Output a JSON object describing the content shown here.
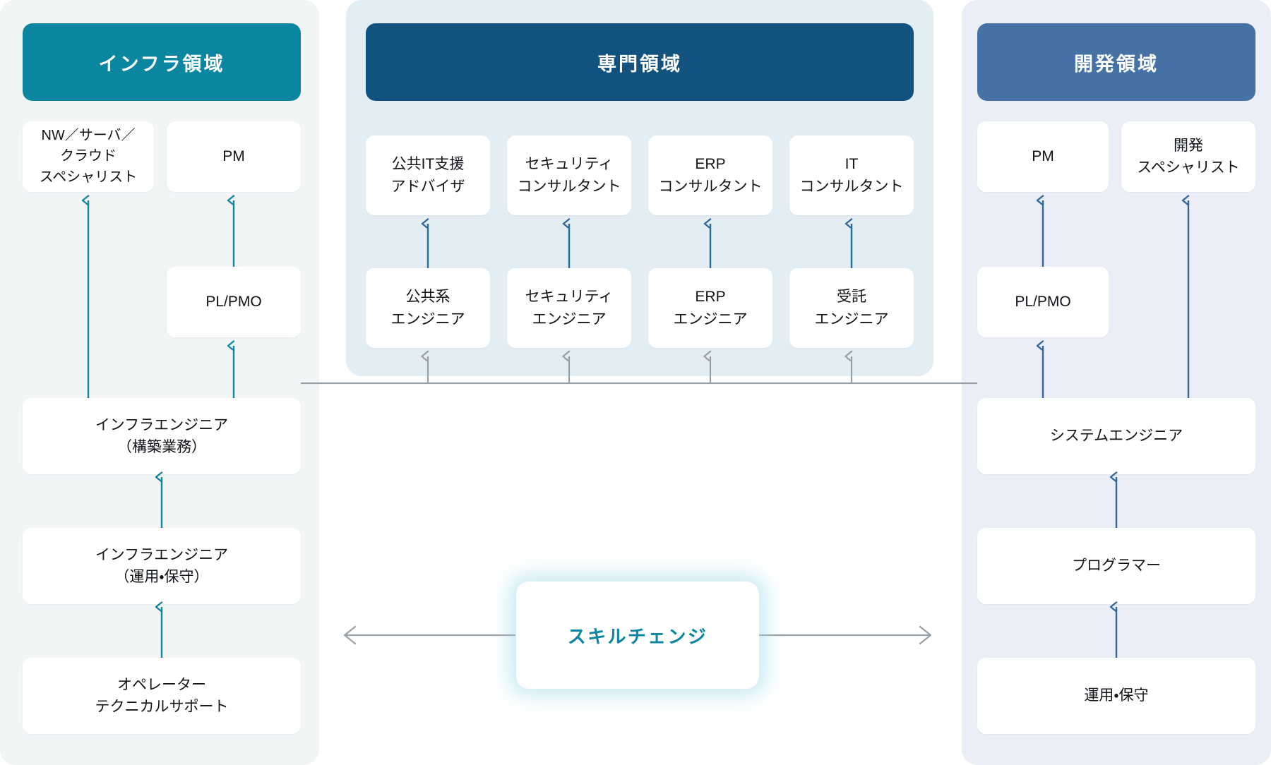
{
  "columns": [
    {
      "id": "infra",
      "header": "インフラ領域",
      "color": "#0b86a0",
      "panel_color": "#f2f5f6",
      "arrow_color": "#1386a4",
      "nodes": [
        {
          "name": "nw-server-cloud-specialist",
          "lines": [
            "NW／サーバ／",
            "クラウド",
            "スペシャリスト"
          ]
        },
        {
          "name": "pm",
          "lines": [
            "PM"
          ]
        },
        {
          "name": "pl-pmo",
          "lines": [
            "PL/PMO"
          ]
        },
        {
          "name": "infra-engineer-build",
          "lines": [
            "インフラエンジニア",
            "（構築業務）"
          ]
        },
        {
          "name": "infra-engineer-ops",
          "lines": [
            "インフラエンジニア",
            "（運用・保守）"
          ]
        },
        {
          "name": "operator-technical-support",
          "lines": [
            "オペレーター",
            "テクニカルサポート"
          ]
        }
      ]
    },
    {
      "id": "specialty",
      "header": "専門領域",
      "color": "#11537e",
      "panel_color": "#e3edf4",
      "arrow_color": "#2d6c93",
      "nodes": [
        {
          "name": "public-it-advisor",
          "lines": [
            "公共IT支援",
            "アドバイザ"
          ]
        },
        {
          "name": "security-consultant",
          "lines": [
            "セキュリティ",
            "コンサルタント"
          ]
        },
        {
          "name": "erp-consultant",
          "lines": [
            "ERP",
            "コンサルタント"
          ]
        },
        {
          "name": "it-consultant",
          "lines": [
            "IT",
            "コンサルタント"
          ]
        },
        {
          "name": "public-engineer",
          "lines": [
            "公共系",
            "エンジニア"
          ]
        },
        {
          "name": "security-engineer",
          "lines": [
            "セキュリティ",
            "エンジニア"
          ]
        },
        {
          "name": "erp-engineer",
          "lines": [
            "ERP",
            "エンジニア"
          ]
        },
        {
          "name": "contract-engineer",
          "lines": [
            "受託",
            "エンジニア"
          ]
        }
      ]
    },
    {
      "id": "development",
      "header": "開発領域",
      "color": "#4571a5",
      "panel_color": "#ebeef7",
      "arrow_color": "#33689f",
      "nodes": [
        {
          "name": "pm",
          "lines": [
            "PM"
          ]
        },
        {
          "name": "development-specialist",
          "lines": [
            "開発",
            "スペシャリスト"
          ]
        },
        {
          "name": "pl-pmo",
          "lines": [
            "PL/PMO"
          ]
        },
        {
          "name": "system-engineer",
          "lines": [
            "システムエンジニア"
          ]
        },
        {
          "name": "programmer",
          "lines": [
            "プログラマー"
          ]
        },
        {
          "name": "operation-maintenance",
          "lines": [
            "運用・保守"
          ]
        }
      ]
    }
  ],
  "skill_change": {
    "label": "スキルチェンジ",
    "color": "#0b86a0"
  },
  "connector": {
    "color": "#9aa1a6",
    "description": "インフラエンジニア（構築業務）とシステムエンジニアを結ぶ横線、そこから専門領域の各エンジニアへ上向き矢印"
  }
}
